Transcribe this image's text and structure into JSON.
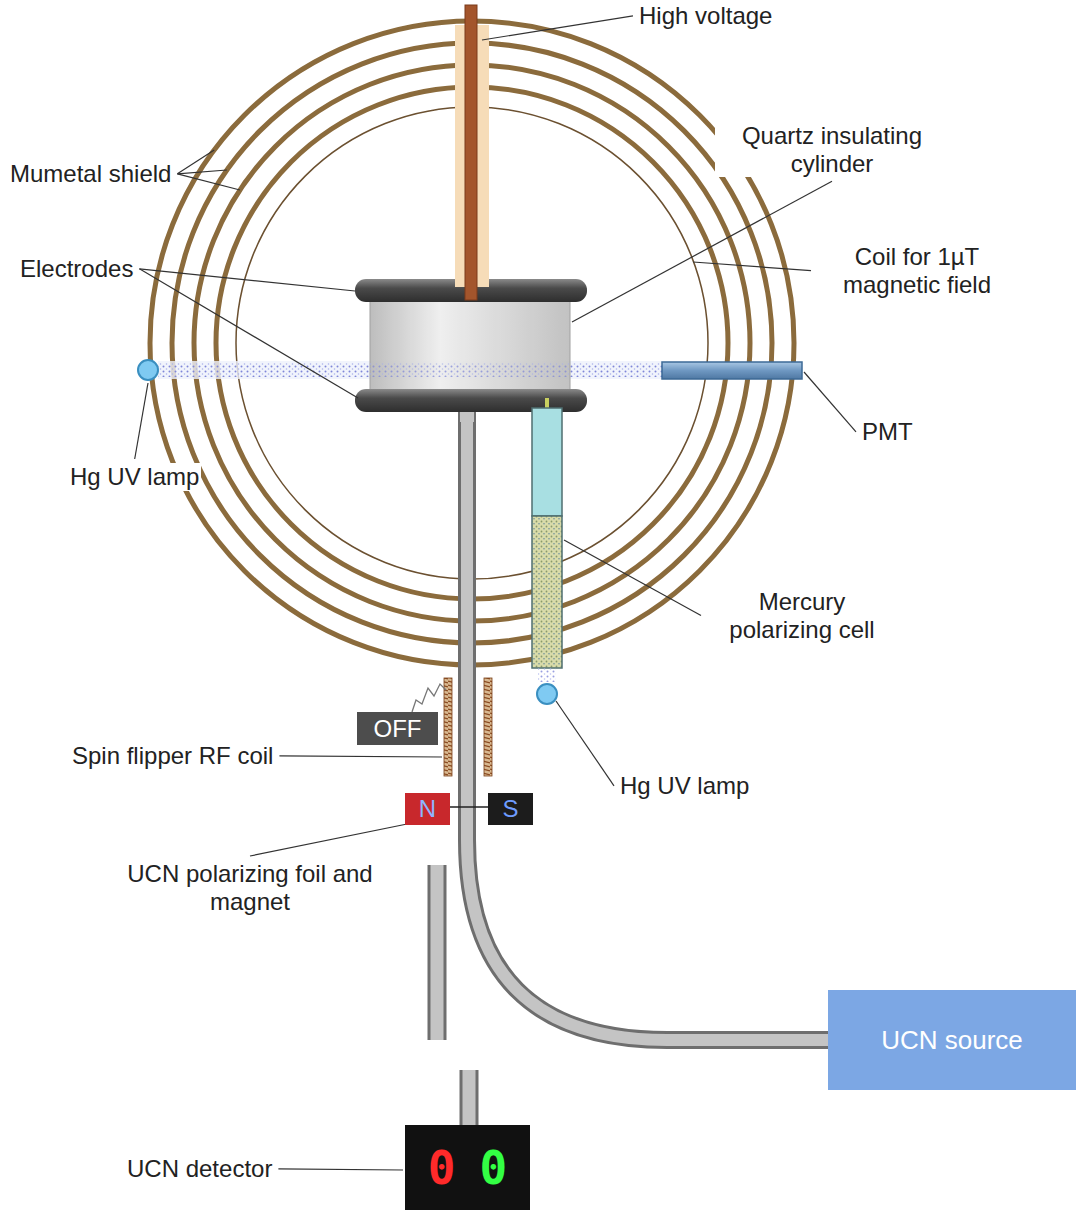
{
  "diagram": {
    "nodes": [
      {
        "text": [
          "OFF"
        ]
      },
      {
        "text": [
          "N"
        ]
      },
      {
        "text": [
          "S"
        ]
      },
      {
        "text": [
          "UCN source"
        ]
      },
      {
        "text": [
          "0",
          "0"
        ]
      }
    ],
    "labels": [
      "High voltage",
      "Mumetal shield",
      "Quartz insulating cylinder",
      "Electrodes",
      "Coil for 1µT magnetic field",
      "PMT",
      "Hg UV lamp",
      "Mercury polarizing cell",
      "Spin flipper RF coil",
      "Hg UV lamp",
      "UCN polarizing foil and magnet",
      "UCN detector"
    ]
  }
}
